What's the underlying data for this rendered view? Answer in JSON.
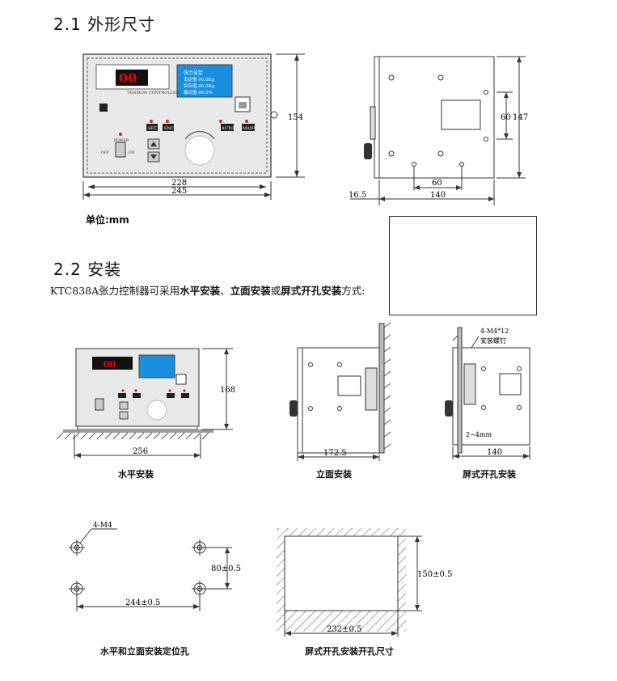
{
  "section_1": {
    "title": "2.1 外形尺寸"
  },
  "front_view": {
    "display_value": "00",
    "panel_title": "TENSION CONTROLLER",
    "lcd_lines": [
      "张力设定",
      "设定值  00.0Kg",
      "实际值  00.0Kg",
      "输出值  00.0%"
    ],
    "btn_labels": [
      "SET",
      "ENC",
      "AUTO",
      "MANU"
    ],
    "power_label": "POWER",
    "switch_off": "OFF",
    "switch_on": "ON"
  },
  "dims_front": {
    "width_inner": "228",
    "width_outer": "245",
    "height": "154"
  },
  "dims_side": {
    "left_offset": "16.5",
    "depth": "140",
    "hole_spacing": "60",
    "height_left": "60",
    "height_right": "147"
  },
  "unit_label": "单位:mm",
  "section_2": {
    "title": "2.2 安装",
    "intro_prefix": "KTC838A张力控制器可采用",
    "intro_opt1": "水平安装",
    "intro_sep1": "、",
    "intro_opt2": "立面安装",
    "intro_sep2": "或",
    "intro_opt3": "屏式开孔安装",
    "intro_suffix": "方式:"
  },
  "install_horizontal": {
    "width": "256",
    "height": "168",
    "caption": "水平安装"
  },
  "install_vertical": {
    "depth": "172.5",
    "caption": "立面安装"
  },
  "install_panel": {
    "screw_label": "4-M4*12",
    "screw_label2": "安装螺钉",
    "gap": "2~4mm",
    "depth": "140",
    "caption": "屏式开孔安装"
  },
  "holes": {
    "label": "4-M4",
    "vertical": "80±0.5",
    "horizontal": "244±0.5",
    "caption": "水平和立面安装定位孔"
  },
  "cutout": {
    "height": "150±0.5",
    "width": "232±0.5",
    "caption": "屏式开孔安装开孔尺寸"
  }
}
